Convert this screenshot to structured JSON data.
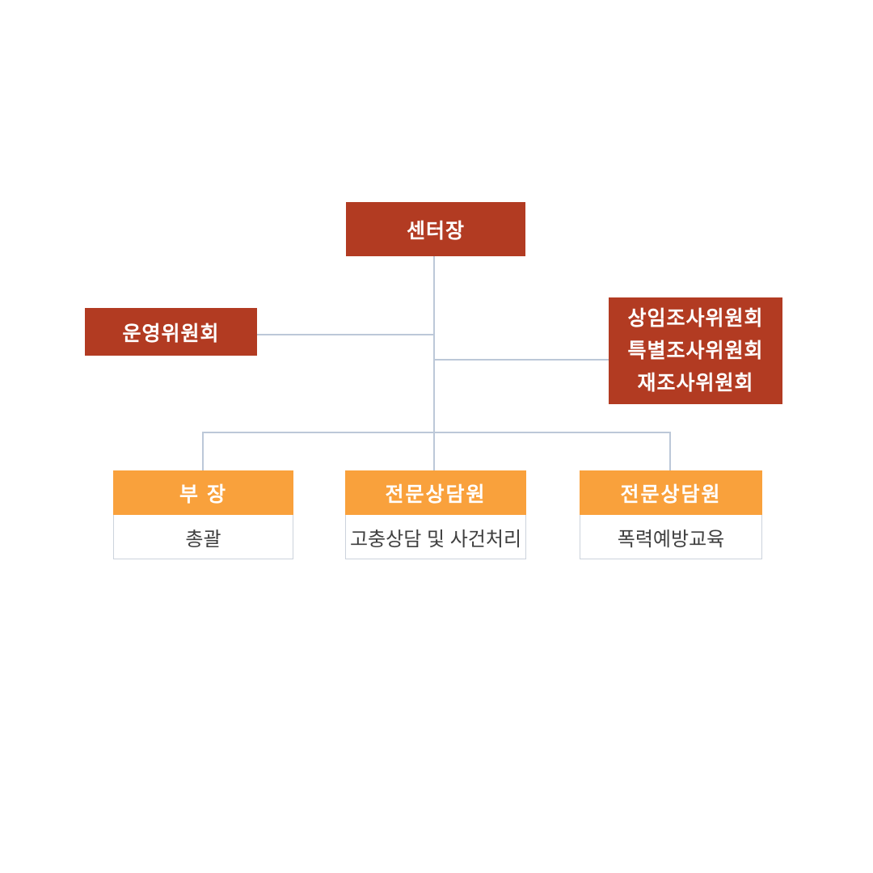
{
  "colors": {
    "primary_red": "#b23b22",
    "accent_orange": "#f9a13c",
    "connector": "#bcc8d8",
    "body_text": "#3f3f3f",
    "card_border": "#ccd3dc",
    "background": "#ffffff"
  },
  "org_chart": {
    "root": {
      "label": "센터장"
    },
    "left_committee": {
      "label": "운영위원회"
    },
    "right_committees": {
      "lines": [
        "상임조사위원회",
        "특별조사위원회",
        "재조사위원회"
      ]
    },
    "positions": [
      {
        "title": "부 장",
        "role": "총괄"
      },
      {
        "title": "전문상담원",
        "role": "고충상담 및 사건처리"
      },
      {
        "title": "전문상담원",
        "role": "폭력예방교육"
      }
    ]
  }
}
